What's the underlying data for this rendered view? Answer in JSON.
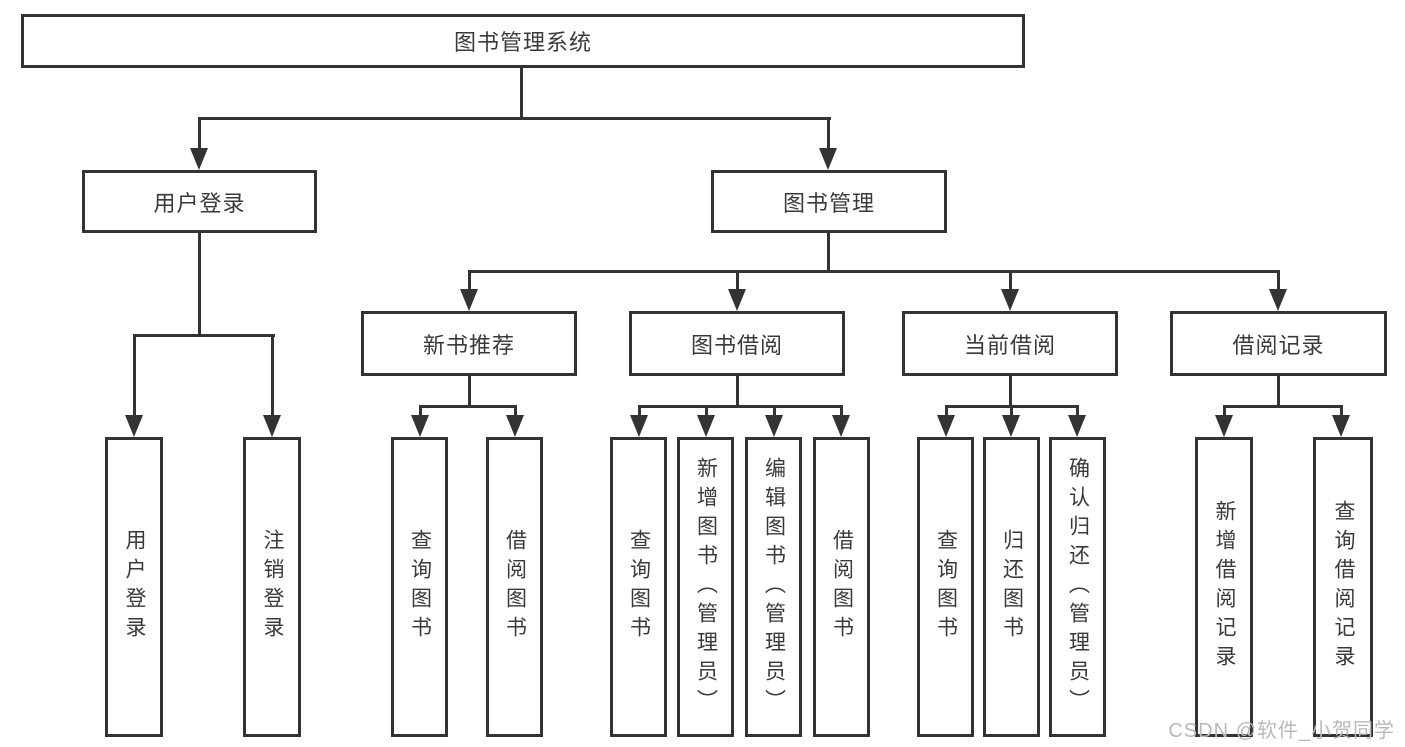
{
  "colors": {
    "line": "#333333",
    "text": "#3a3a3a",
    "box_background": "#ffffff",
    "watermark": "#b9b9b9"
  },
  "watermark": {
    "text": "CSDN @软件_小贺同学"
  },
  "diagram": {
    "root": {
      "label": "图书管理系统"
    },
    "user_login": {
      "label": "用户登录",
      "children": [
        {
          "label": "用户登录"
        },
        {
          "label": "注销登录"
        }
      ]
    },
    "book_management": {
      "label": "图书管理",
      "children": [
        {
          "label": "新书推荐",
          "children": [
            {
              "label": "查询图书"
            },
            {
              "label": "借阅图书"
            }
          ]
        },
        {
          "label": "图书借阅",
          "children": [
            {
              "label": "查询图书"
            },
            {
              "label": "新增图书（管理员）"
            },
            {
              "label": "编辑图书（管理员）"
            },
            {
              "label": "借阅图书"
            }
          ]
        },
        {
          "label": "当前借阅",
          "children": [
            {
              "label": "查询图书"
            },
            {
              "label": "归还图书"
            },
            {
              "label": "确认归还（管理员）"
            }
          ]
        },
        {
          "label": "借阅记录",
          "children": [
            {
              "label": "新增借阅记录"
            },
            {
              "label": "查询借阅记录"
            }
          ]
        }
      ]
    }
  }
}
